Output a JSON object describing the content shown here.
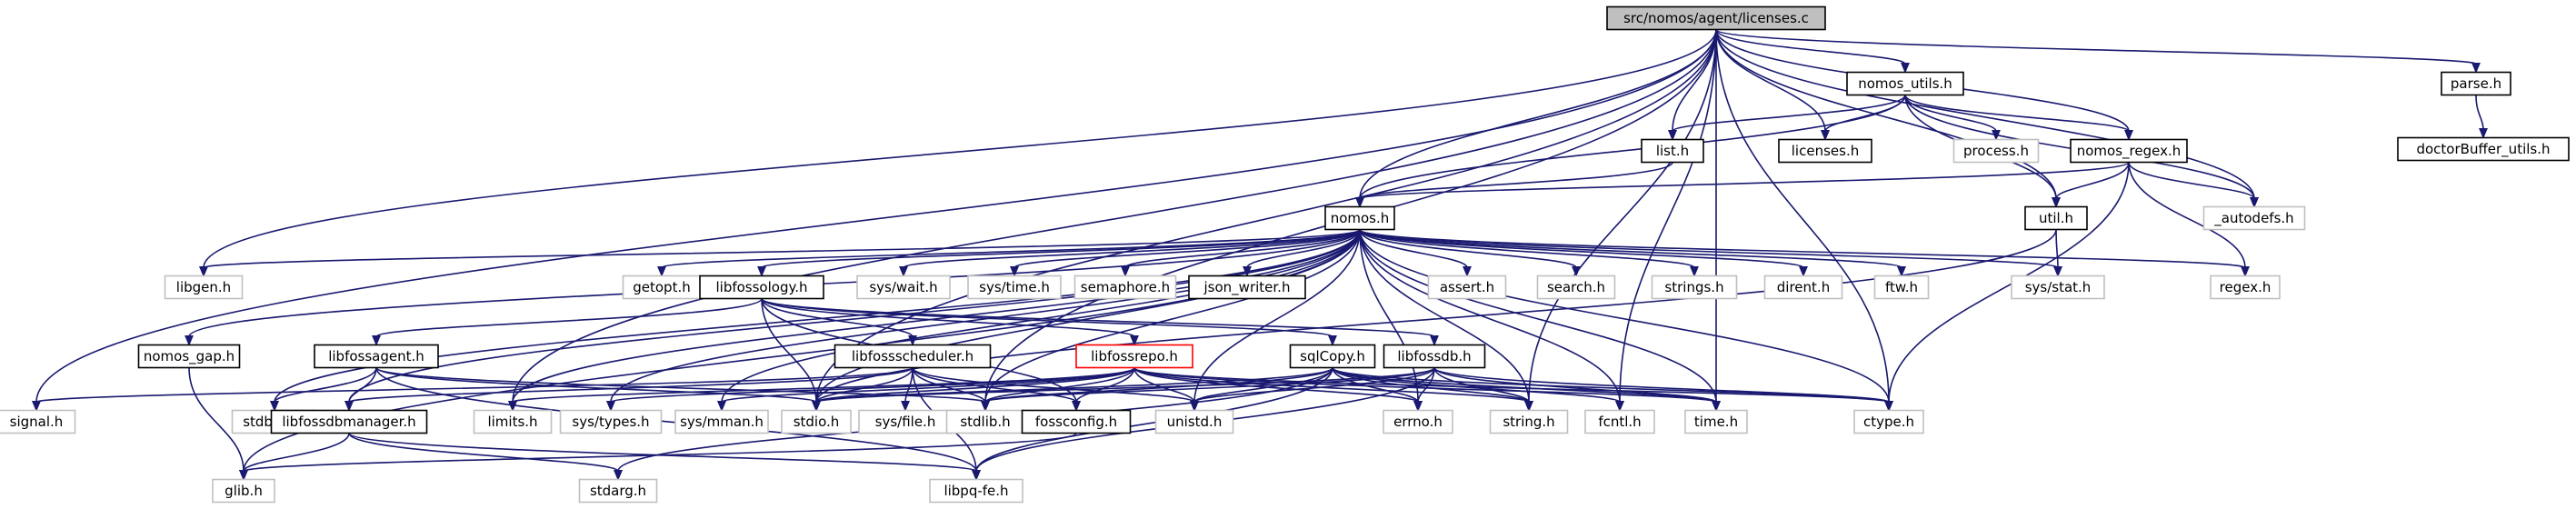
{
  "title": "src/nomos/agent/licenses.c",
  "colors": {
    "edge": "#191970",
    "root_fill": "#bfbfbf",
    "root_border": "#000000",
    "documented_border": "#000000",
    "undocumented_border": "#bfbfbf",
    "highlighted_border": "#ff0000",
    "node_fill": "#ffffff",
    "text": "#000000"
  },
  "nodes": [
    {
      "id": "licenses_c",
      "label": "src/nomos/agent/licenses.c",
      "kind": "root"
    },
    {
      "id": "nomos_utils_h",
      "label": "nomos_utils.h",
      "kind": "documented"
    },
    {
      "id": "parse_h",
      "label": "parse.h",
      "kind": "documented"
    },
    {
      "id": "doctorBuffer_utils_h",
      "label": "doctorBuffer_utils.h",
      "kind": "documented"
    },
    {
      "id": "list_h",
      "label": "list.h",
      "kind": "documented"
    },
    {
      "id": "licenses_h",
      "label": "licenses.h",
      "kind": "documented"
    },
    {
      "id": "process_h",
      "label": "process.h",
      "kind": "undocumented"
    },
    {
      "id": "nomos_regex_h",
      "label": "nomos_regex.h",
      "kind": "documented"
    },
    {
      "id": "autodefs_h",
      "label": "_autodefs.h",
      "kind": "undocumented"
    },
    {
      "id": "nomos_h",
      "label": "nomos.h",
      "kind": "documented"
    },
    {
      "id": "util_h",
      "label": "util.h",
      "kind": "documented"
    },
    {
      "id": "libgen_h",
      "label": "libgen.h",
      "kind": "undocumented"
    },
    {
      "id": "getopt_h",
      "label": "getopt.h",
      "kind": "undocumented"
    },
    {
      "id": "libfossology_h",
      "label": "libfossology.h",
      "kind": "documented"
    },
    {
      "id": "sys_wait_h",
      "label": "sys/wait.h",
      "kind": "undocumented"
    },
    {
      "id": "sys_time_h",
      "label": "sys/time.h",
      "kind": "undocumented"
    },
    {
      "id": "semaphore_h",
      "label": "semaphore.h",
      "kind": "undocumented"
    },
    {
      "id": "json_writer_h",
      "label": "json_writer.h",
      "kind": "documented"
    },
    {
      "id": "assert_h",
      "label": "assert.h",
      "kind": "undocumented"
    },
    {
      "id": "search_h",
      "label": "search.h",
      "kind": "undocumented"
    },
    {
      "id": "strings_h",
      "label": "strings.h",
      "kind": "undocumented"
    },
    {
      "id": "dirent_h",
      "label": "dirent.h",
      "kind": "undocumented"
    },
    {
      "id": "ftw_h",
      "label": "ftw.h",
      "kind": "undocumented"
    },
    {
      "id": "sys_stat_h",
      "label": "sys/stat.h",
      "kind": "undocumented"
    },
    {
      "id": "regex_h",
      "label": "regex.h",
      "kind": "undocumented"
    },
    {
      "id": "nomos_gap_h",
      "label": "nomos_gap.h",
      "kind": "documented"
    },
    {
      "id": "libfossagent_h",
      "label": "libfossagent.h",
      "kind": "documented"
    },
    {
      "id": "libfossscheduler_h",
      "label": "libfossscheduler.h",
      "kind": "documented"
    },
    {
      "id": "libfossrepo_h",
      "label": "libfossrepo.h",
      "kind": "highlighted"
    },
    {
      "id": "sqlCopy_h",
      "label": "sqlCopy.h",
      "kind": "documented"
    },
    {
      "id": "libfossdb_h",
      "label": "libfossdb.h",
      "kind": "documented"
    },
    {
      "id": "signal_h",
      "label": "signal.h",
      "kind": "undocumented"
    },
    {
      "id": "stdbool_h",
      "label": "stdbool.h",
      "kind": "undocumented"
    },
    {
      "id": "libfossdbmanager_h",
      "label": "libfossdbmanager.h",
      "kind": "documented"
    },
    {
      "id": "limits_h",
      "label": "limits.h",
      "kind": "undocumented"
    },
    {
      "id": "sys_types_h",
      "label": "sys/types.h",
      "kind": "undocumented"
    },
    {
      "id": "sys_mman_h",
      "label": "sys/mman.h",
      "kind": "undocumented"
    },
    {
      "id": "stdio_h",
      "label": "stdio.h",
      "kind": "undocumented"
    },
    {
      "id": "sys_file_h",
      "label": "sys/file.h",
      "kind": "undocumented"
    },
    {
      "id": "stdlib_h",
      "label": "stdlib.h",
      "kind": "undocumented"
    },
    {
      "id": "fossconfig_h",
      "label": "fossconfig.h",
      "kind": "documented"
    },
    {
      "id": "unistd_h",
      "label": "unistd.h",
      "kind": "undocumented"
    },
    {
      "id": "errno_h",
      "label": "errno.h",
      "kind": "undocumented"
    },
    {
      "id": "string_h",
      "label": "string.h",
      "kind": "undocumented"
    },
    {
      "id": "fcntl_h",
      "label": "fcntl.h",
      "kind": "undocumented"
    },
    {
      "id": "time_h",
      "label": "time.h",
      "kind": "undocumented"
    },
    {
      "id": "ctype_h",
      "label": "ctype.h",
      "kind": "undocumented"
    },
    {
      "id": "glib_h",
      "label": "glib.h",
      "kind": "undocumented"
    },
    {
      "id": "stdarg_h",
      "label": "stdarg.h",
      "kind": "undocumented"
    },
    {
      "id": "libpq_fe_h",
      "label": "libpq-fe.h",
      "kind": "undocumented"
    }
  ],
  "edges": [
    [
      "licenses_c",
      "nomos_utils_h"
    ],
    [
      "licenses_c",
      "parse_h"
    ],
    [
      "licenses_c",
      "list_h"
    ],
    [
      "licenses_c",
      "licenses_h"
    ],
    [
      "licenses_c",
      "nomos_regex_h"
    ],
    [
      "licenses_c",
      "autodefs_h"
    ],
    [
      "licenses_c",
      "nomos_h"
    ],
    [
      "licenses_c",
      "util_h"
    ],
    [
      "licenses_c",
      "libgen_h"
    ],
    [
      "licenses_c",
      "signal_h"
    ],
    [
      "licenses_c",
      "stdio_h"
    ],
    [
      "licenses_c",
      "stdlib_h"
    ],
    [
      "licenses_c",
      "limits_h"
    ],
    [
      "licenses_c",
      "ctype_h"
    ],
    [
      "licenses_c",
      "string_h"
    ],
    [
      "licenses_c",
      "time_h"
    ],
    [
      "licenses_c",
      "fcntl_h"
    ],
    [
      "parse_h",
      "doctorBuffer_utils_h"
    ],
    [
      "nomos_utils_h",
      "list_h"
    ],
    [
      "nomos_utils_h",
      "licenses_h"
    ],
    [
      "nomos_utils_h",
      "process_h"
    ],
    [
      "nomos_utils_h",
      "nomos_regex_h"
    ],
    [
      "nomos_utils_h",
      "autodefs_h"
    ],
    [
      "nomos_utils_h",
      "nomos_h"
    ],
    [
      "nomos_utils_h",
      "util_h"
    ],
    [
      "list_h",
      "nomos_h"
    ],
    [
      "nomos_regex_h",
      "nomos_h"
    ],
    [
      "nomos_regex_h",
      "util_h"
    ],
    [
      "nomos_regex_h",
      "autodefs_h"
    ],
    [
      "nomos_regex_h",
      "regex_h"
    ],
    [
      "nomos_regex_h",
      "ctype_h"
    ],
    [
      "util_h",
      "sys_stat_h"
    ],
    [
      "util_h",
      "stdio_h"
    ],
    [
      "nomos_h",
      "libgen_h"
    ],
    [
      "nomos_h",
      "getopt_h"
    ],
    [
      "nomos_h",
      "libfossology_h"
    ],
    [
      "nomos_h",
      "sys_wait_h"
    ],
    [
      "nomos_h",
      "sys_time_h"
    ],
    [
      "nomos_h",
      "semaphore_h"
    ],
    [
      "nomos_h",
      "json_writer_h"
    ],
    [
      "nomos_h",
      "assert_h"
    ],
    [
      "nomos_h",
      "search_h"
    ],
    [
      "nomos_h",
      "strings_h"
    ],
    [
      "nomos_h",
      "dirent_h"
    ],
    [
      "nomos_h",
      "ftw_h"
    ],
    [
      "nomos_h",
      "sys_stat_h"
    ],
    [
      "nomos_h",
      "regex_h"
    ],
    [
      "nomos_h",
      "nomos_gap_h"
    ],
    [
      "nomos_h",
      "stdbool_h"
    ],
    [
      "nomos_h",
      "glib_h"
    ],
    [
      "nomos_h",
      "stdio_h"
    ],
    [
      "nomos_h",
      "stdlib_h"
    ],
    [
      "nomos_h",
      "unistd_h"
    ],
    [
      "nomos_h",
      "errno_h"
    ],
    [
      "nomos_h",
      "string_h"
    ],
    [
      "nomos_h",
      "ctype_h"
    ],
    [
      "nomos_h",
      "time_h"
    ],
    [
      "nomos_h",
      "fcntl_h"
    ],
    [
      "nomos_h",
      "sys_types_h"
    ],
    [
      "nomos_h",
      "sys_mman_h"
    ],
    [
      "nomos_h",
      "libfossdbmanager_h"
    ],
    [
      "nomos_h",
      "limits_h"
    ],
    [
      "nomos_gap_h",
      "glib_h"
    ],
    [
      "libfossology_h",
      "libfossagent_h"
    ],
    [
      "libfossology_h",
      "libfossscheduler_h"
    ],
    [
      "libfossology_h",
      "libfossrepo_h"
    ],
    [
      "libfossology_h",
      "sqlCopy_h"
    ],
    [
      "libfossology_h",
      "libfossdb_h"
    ],
    [
      "libfossology_h",
      "fossconfig_h"
    ],
    [
      "libfossology_h",
      "stdio_h"
    ],
    [
      "libfossagent_h",
      "stdbool_h"
    ],
    [
      "libfossagent_h",
      "libfossdbmanager_h"
    ],
    [
      "libfossagent_h",
      "stdio_h"
    ],
    [
      "libfossagent_h",
      "stdlib_h"
    ],
    [
      "libfossagent_h",
      "libpq_fe_h"
    ],
    [
      "libfossscheduler_h",
      "libfossdbmanager_h"
    ],
    [
      "libfossscheduler_h",
      "stdio_h"
    ],
    [
      "libfossscheduler_h",
      "sys_file_h"
    ],
    [
      "libfossscheduler_h",
      "stdlib_h"
    ],
    [
      "libfossscheduler_h",
      "fossconfig_h"
    ],
    [
      "libfossscheduler_h",
      "unistd_h"
    ],
    [
      "libfossscheduler_h",
      "libpq_fe_h"
    ],
    [
      "libfossscheduler_h",
      "signal_h"
    ],
    [
      "libfossrepo_h",
      "limits_h"
    ],
    [
      "libfossrepo_h",
      "sys_types_h"
    ],
    [
      "libfossrepo_h",
      "sys_mman_h"
    ],
    [
      "libfossrepo_h",
      "stdio_h"
    ],
    [
      "libfossrepo_h",
      "stdlib_h"
    ],
    [
      "libfossrepo_h",
      "fossconfig_h"
    ],
    [
      "libfossrepo_h",
      "unistd_h"
    ],
    [
      "libfossrepo_h",
      "errno_h"
    ],
    [
      "libfossrepo_h",
      "string_h"
    ],
    [
      "libfossrepo_h",
      "time_h"
    ],
    [
      "libfossrepo_h",
      "ctype_h"
    ],
    [
      "sqlCopy_h",
      "stdio_h"
    ],
    [
      "sqlCopy_h",
      "stdlib_h"
    ],
    [
      "sqlCopy_h",
      "unistd_h"
    ],
    [
      "sqlCopy_h",
      "errno_h"
    ],
    [
      "sqlCopy_h",
      "string_h"
    ],
    [
      "sqlCopy_h",
      "fcntl_h"
    ],
    [
      "sqlCopy_h",
      "time_h"
    ],
    [
      "sqlCopy_h",
      "ctype_h"
    ],
    [
      "sqlCopy_h",
      "libpq_fe_h"
    ],
    [
      "sqlCopy_h",
      "stdarg_h"
    ],
    [
      "libfossdb_h",
      "stdio_h"
    ],
    [
      "libfossdb_h",
      "stdlib_h"
    ],
    [
      "libfossdb_h",
      "unistd_h"
    ],
    [
      "libfossdb_h",
      "errno_h"
    ],
    [
      "libfossdb_h",
      "string_h"
    ],
    [
      "libfossdb_h",
      "time_h"
    ],
    [
      "libfossdb_h",
      "ctype_h"
    ],
    [
      "libfossdb_h",
      "libpq_fe_h"
    ],
    [
      "libfossdbmanager_h",
      "glib_h"
    ],
    [
      "libfossdbmanager_h",
      "stdarg_h"
    ],
    [
      "libfossdbmanager_h",
      "libpq_fe_h"
    ],
    [
      "fossconfig_h",
      "glib_h"
    ]
  ]
}
